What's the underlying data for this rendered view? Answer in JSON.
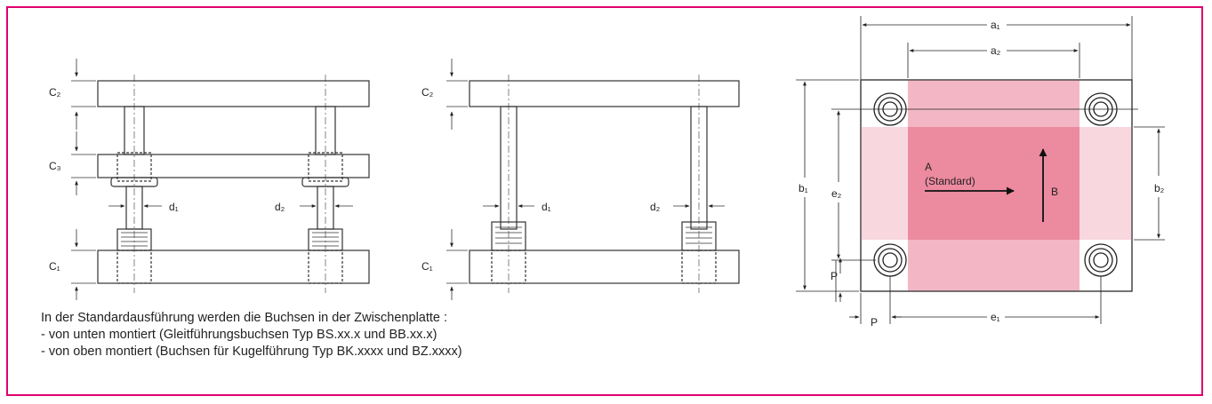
{
  "colors": {
    "frame": "#e0006e",
    "zone_center": "#ec8aa0",
    "zone_side_vertical": "#f3b6c4",
    "zone_side_horizontal": "#f8d7de"
  },
  "left_view": {
    "labels": {
      "c2": "C₂",
      "c3": "C₃",
      "c1": "C₁",
      "d1": "d₁",
      "d2": "d₂"
    }
  },
  "middle_view": {
    "labels": {
      "c2": "C₂",
      "c1": "C₁",
      "d1": "d₁",
      "d2": "d₂"
    }
  },
  "top_view": {
    "labels": {
      "a1": "a₁",
      "a2": "a₂",
      "b1": "b₁",
      "b2": "b₂",
      "e1": "e₁",
      "e2": "e₂",
      "p_left": "P",
      "p_bottom": "P",
      "direction_a": "A",
      "direction_a_note": "(Standard)",
      "direction_b": "B"
    }
  },
  "description": {
    "line1": "In der Standardausführung werden die Buchsen in der Zwischenplatte :",
    "line2": "- von unten montiert (Gleitführungsbuchsen Typ BS.xx.x und BB.xx.x)",
    "line3": "- von oben montiert (Buchsen für Kugelführung Typ BK.xxxx und BZ.xxxx)"
  }
}
